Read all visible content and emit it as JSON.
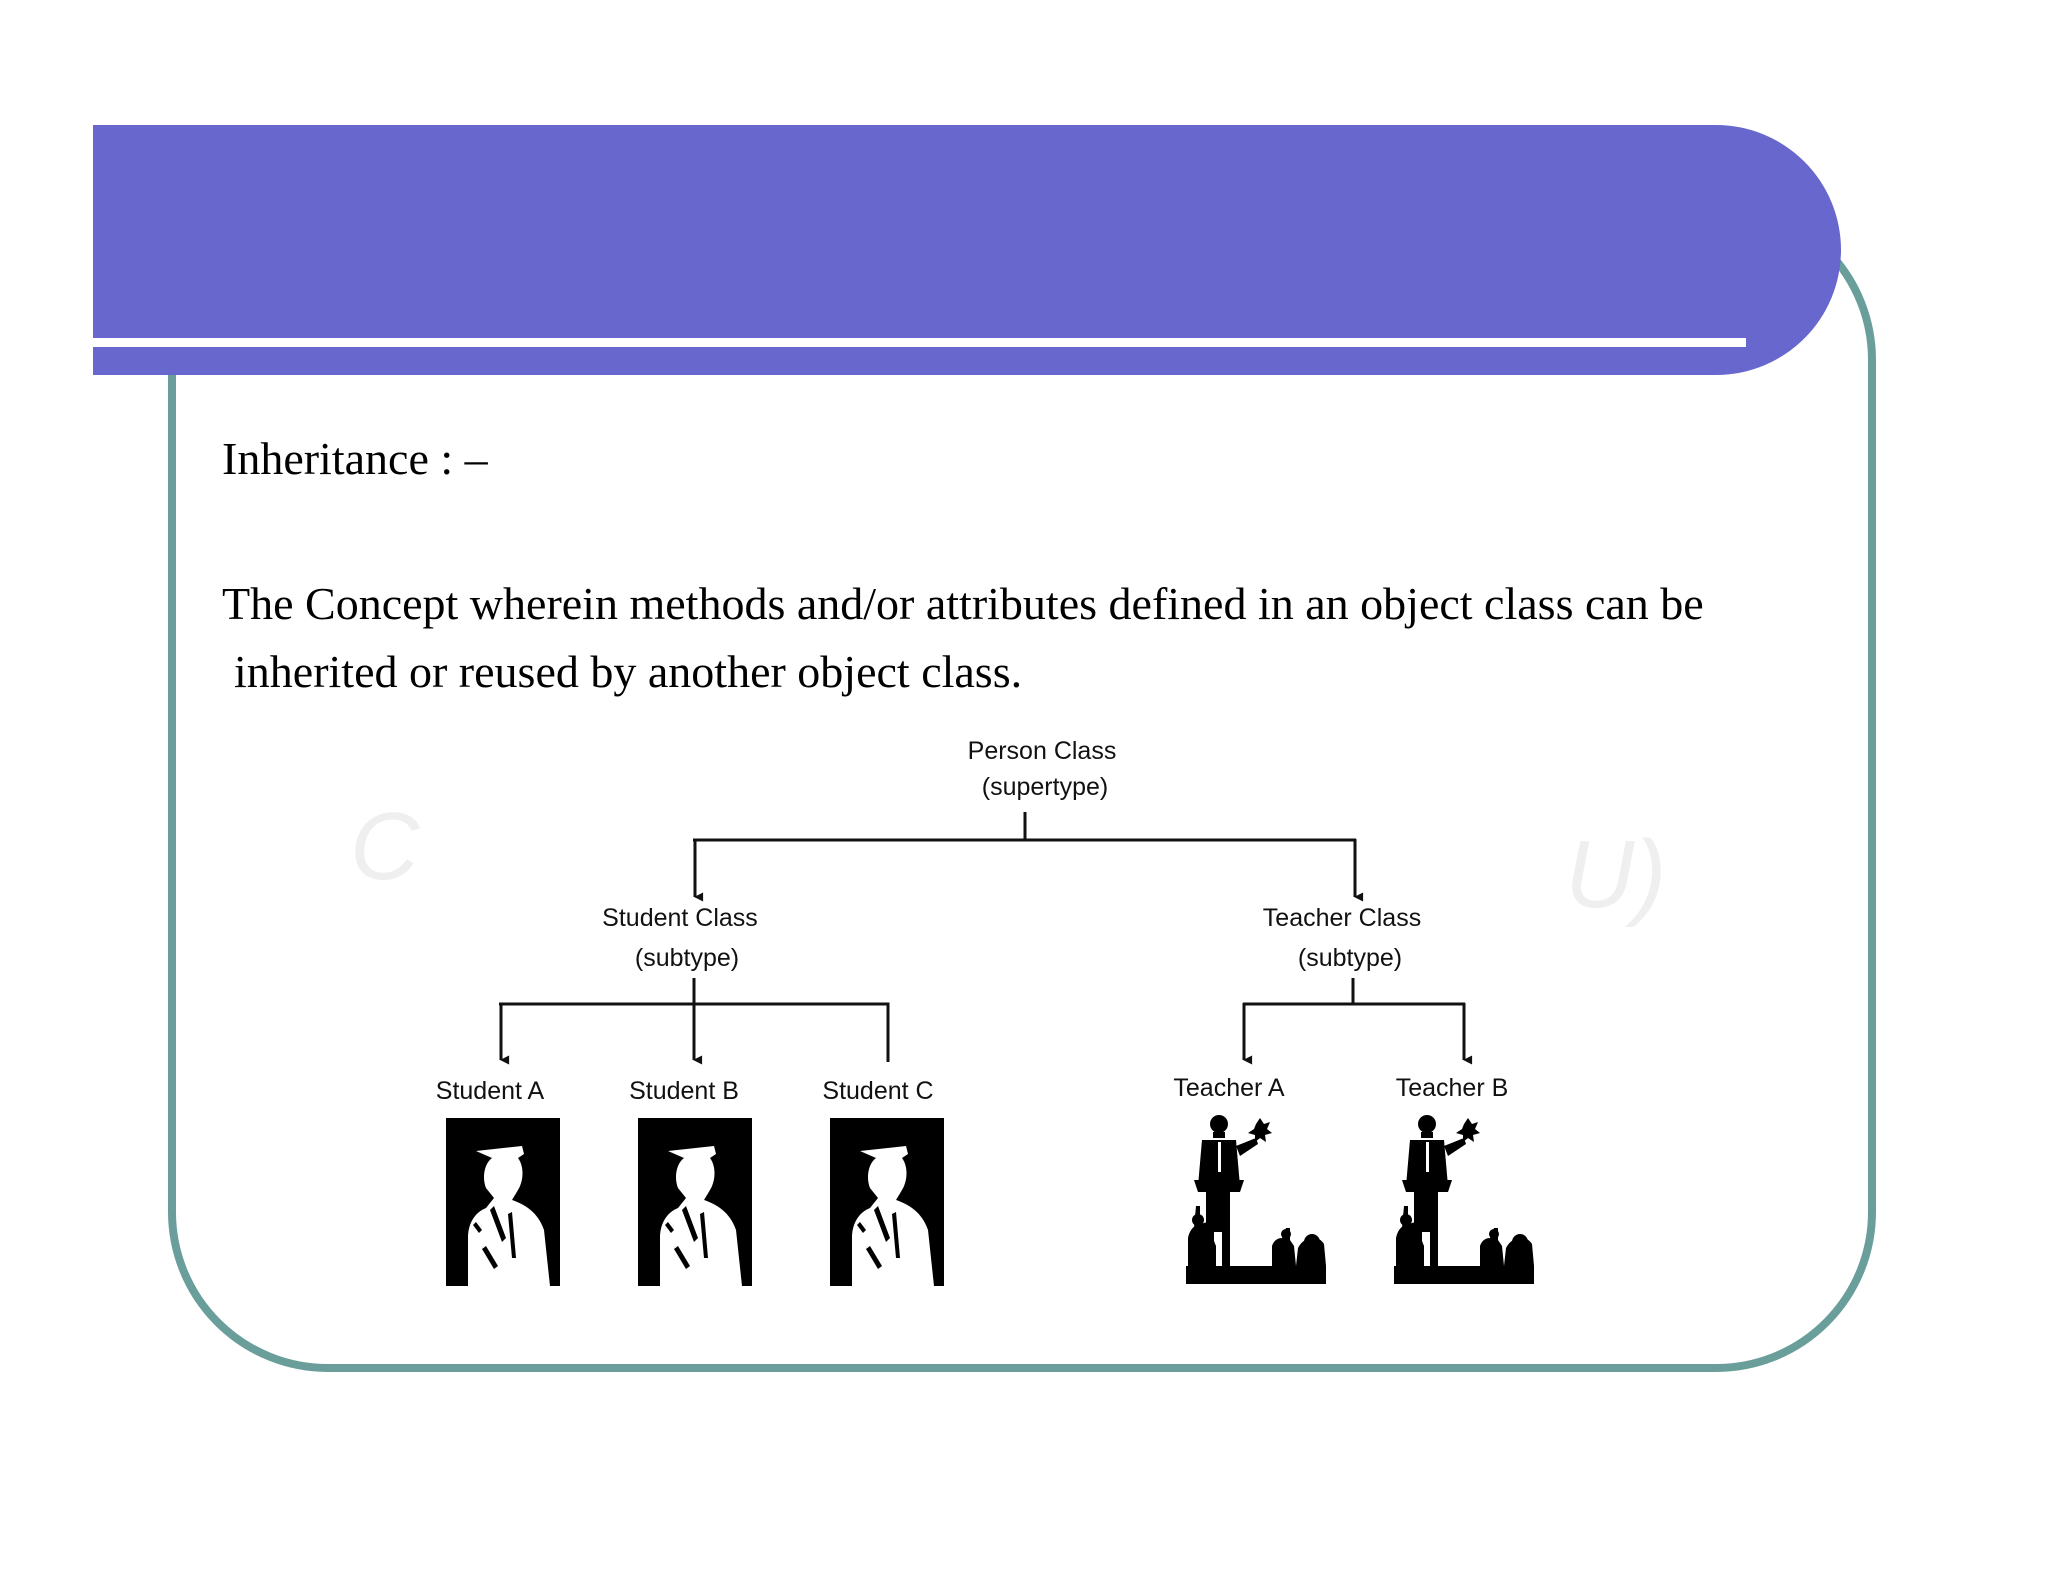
{
  "slide": {
    "heading": "Inheritance : –",
    "paragraph_line1": "The Concept wherein methods and/or attributes defined in an object class can be",
    "paragraph_line2": "inherited or reused by another object class.",
    "watermark_left": "C",
    "watermark_right": "U)"
  },
  "diagram": {
    "root": {
      "name": "Person Class",
      "kind": "(supertype)"
    },
    "student": {
      "name": "Student Class",
      "kind": "(subtype)"
    },
    "teacher": {
      "name": "Teacher Class",
      "kind": "(subtype)"
    },
    "student_instances": [
      "Student A",
      "Student B",
      "Student C"
    ],
    "teacher_instances": [
      "Teacher A",
      "Teacher B"
    ],
    "icons": {
      "student": "graduate-icon",
      "teacher": "lecturer-icon"
    }
  },
  "colors": {
    "title_bar": "#6767ce",
    "frame_border": "#6a9e9b"
  }
}
